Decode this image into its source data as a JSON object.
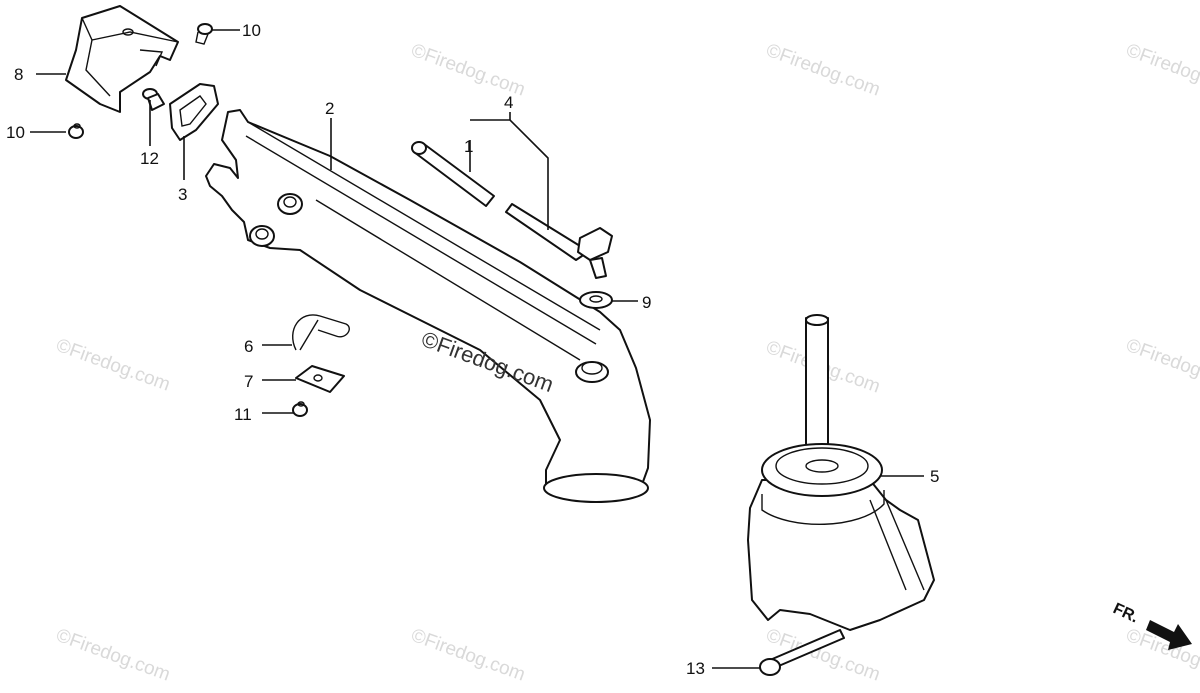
{
  "callouts": [
    "1",
    "2",
    "3",
    "4",
    "5",
    "6",
    "7",
    "8",
    "9",
    "10",
    "10",
    "11",
    "12",
    "13"
  ],
  "watermark_text": "©Firedog.com",
  "direction_label": "FR."
}
